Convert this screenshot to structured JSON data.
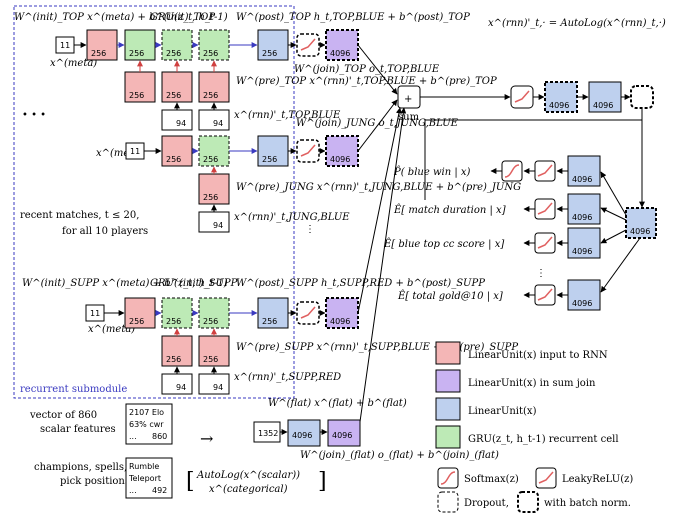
{
  "colors": {
    "input_unit": "#f4b6b6",
    "sum_unit": "#c9b3f2",
    "linear_unit": "#bed0ee",
    "gru_cell": "#bdeab6",
    "activation_stroke": "#e06060",
    "arrow": "#000000",
    "gru_arrow": "#3a3ac0",
    "recurrent_border": "#3a3ac0",
    "recurrent_label": "#3a3ac0"
  },
  "top": {
    "w_init_eq": "W^(init)_TOP x^(meta) + b^(init)_TOP",
    "gru_eq": "GRU(z_t, h_t-1)",
    "w_post_eq": "W^(post)_TOP h_t,TOP,BLUE + b^(post)_TOP",
    "w_pre_eq": "W^(pre)_TOP x^(rnn)'_t,TOP,BLUE + b^(pre)_TOP",
    "w_join_eq": "W^(join)_TOP o_t,TOP,BLUE",
    "meta_value": "11",
    "meta_label": "x^(meta)",
    "rnn_input_label": "x^(rnn)'_t,TOP,BLUE",
    "unit_256": "256",
    "unit_94": "94",
    "unit_4096": "4096"
  },
  "jung": {
    "w_join_eq": "W^(join)_JUNG o_t,JUNG,BLUE",
    "w_pre_eq": "W^(pre)_JUNG x^(rnn)'_t,JUNG,BLUE + b^(pre)_JUNG",
    "meta_label": "x^(meta)",
    "meta_value": "11",
    "rnn_input_label": "x^(rnn)'_t,JUNG,BLUE",
    "unit_256": "256",
    "unit_94": "94",
    "unit_4096": "4096"
  },
  "supp": {
    "w_init_eq": "W^(init)_SUPP x^(meta) + b^(init)_SUPP",
    "gru_eq": "GRU(z_t, h_t-1)",
    "w_post_eq": "W^(post)_SUPP h_t,SUPP,RED + b^(post)_SUPP",
    "w_pre_eq": "W^(pre)_SUPP x^(rnn)'_t,SUPP,BLUE + b^(pre)_SUPP",
    "meta_value": "11",
    "meta_label": "x^(meta)",
    "rnn_input_label": "x^(rnn)'_t,SUPP,RED",
    "unit_256": "256",
    "unit_94": "94",
    "unit_4096": "4096"
  },
  "ellipsis_left": "• • •",
  "recent_matches_label": "recent matches, t ≤ 20,",
  "players_label": "for all 10 players",
  "recurrent_submodule_label": "recurrent submodule",
  "autolog_eq": "x^(rnn)'_t,· = AutoLog(x^(rnn)_t,·)",
  "sum_label": "sum",
  "sum_symbol": "+",
  "trunk_unit_1": "4096",
  "trunk_unit_2": "4096",
  "outputs": [
    {
      "label": "P̂( blue win | x)",
      "unit": "4096"
    },
    {
      "label": "Ê[ match duration | x]",
      "unit": "4096"
    },
    {
      "label": "Ê[ blue top cc score | x]",
      "unit": "4096"
    },
    {
      "label": "Ê[ total gold@10 | x]",
      "unit": "4096"
    }
  ],
  "merge_unit": "4096",
  "scalar": {
    "caption_line1": "vector of 860",
    "caption_line2": "scalar features",
    "row1": "2107 Elo",
    "row2": "63% cwr",
    "row3_dots": "...",
    "row3_value": "860"
  },
  "categorical": {
    "caption_line1": "champions, spells,",
    "caption_line2": "pick positions",
    "row1": "Rumble",
    "row2": "Teleport",
    "row3_dots": "...",
    "row3_value": "492"
  },
  "flat": {
    "arrow": "→",
    "autolog_scalar": "AutoLog(x^(scalar))",
    "categorical_x": "x^(categorical)",
    "w_flat_eq": "W^(flat) x^(flat) + b^(flat)",
    "w_join_eq": "W^(join)_(flat) o_(flat) + b^(join)_(flat)",
    "input_value": "1352",
    "unit_4096": "4096",
    "join_4096": "4096"
  },
  "legend": [
    {
      "label": "LinearUnit(x) input to RNN",
      "swatch": "#f4b6b6"
    },
    {
      "label": "LinearUnit(x) in sum join",
      "swatch": "#c9b3f2"
    },
    {
      "label": "LinearUnit(x)",
      "swatch": "#bed0ee"
    },
    {
      "label": "GRU(z_t, h_t-1) recurrent cell",
      "swatch": "#bdeab6"
    }
  ],
  "legend_softmax": "Softmax(z)",
  "legend_leaky": "LeakyReLU(z)",
  "legend_dropout": "Dropout,",
  "legend_batchnorm": "with batch norm."
}
